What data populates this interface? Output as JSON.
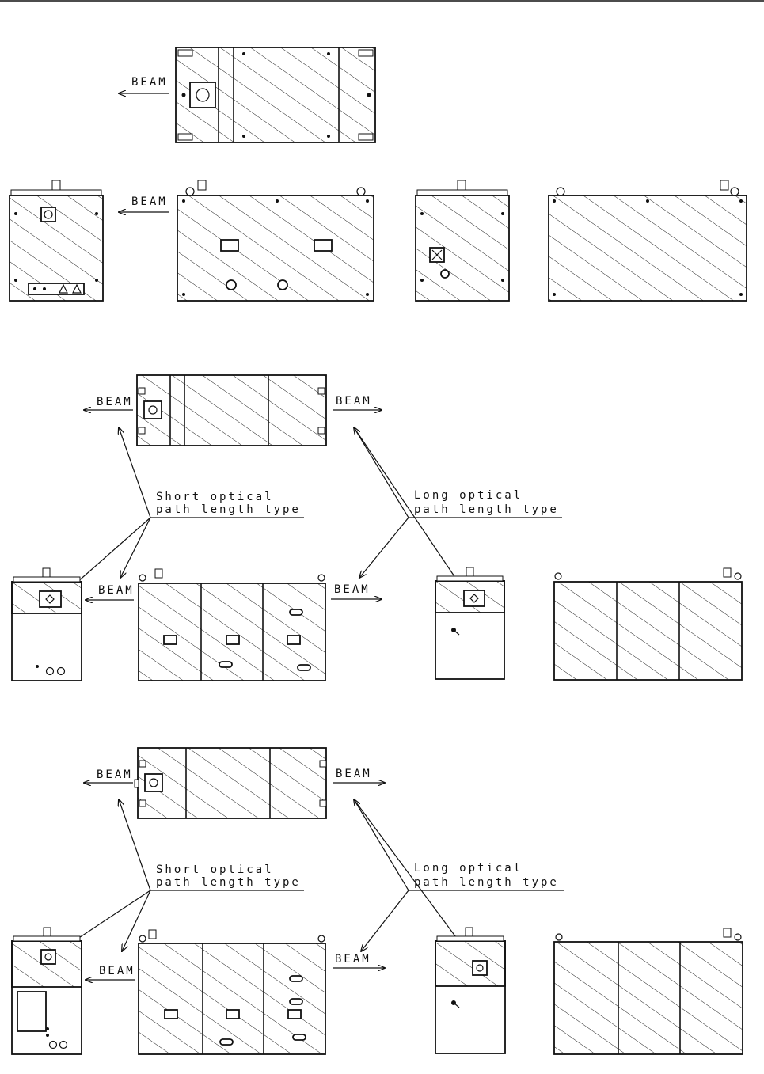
{
  "labels": {
    "beam": "BEAM",
    "short_line1": "Short optical",
    "short_line2": "path length type",
    "long_line1": "Long optical",
    "long_line2": "path length type"
  },
  "colors": {
    "line": "#111111",
    "background": "#ffffff"
  }
}
